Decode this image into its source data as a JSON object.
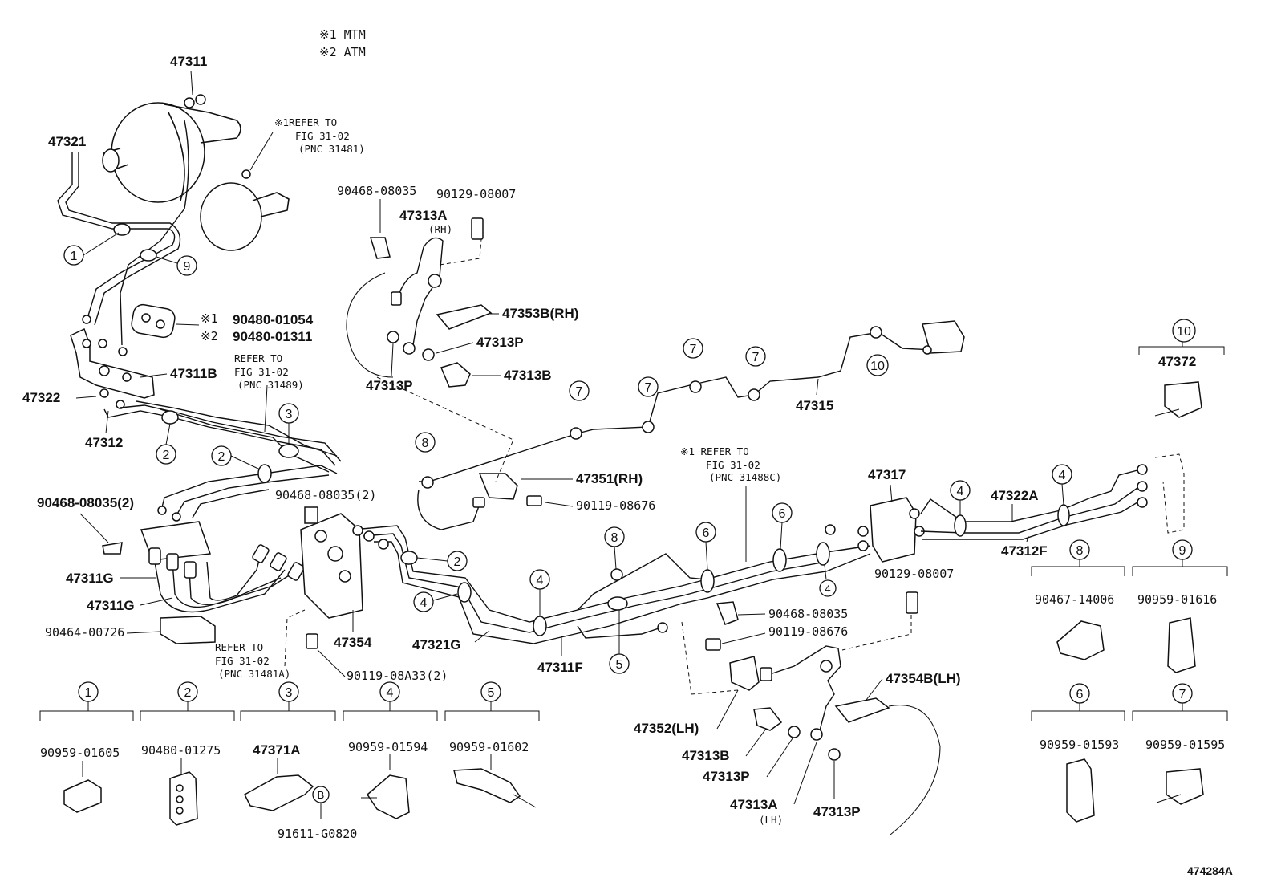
{
  "legend": {
    "note1": "※1 MTM",
    "note2": "※2 ATM"
  },
  "labels": {
    "p47311": "47311",
    "p47321": "47321",
    "p47311B": "47311B",
    "p47322": "47322",
    "p47312": "47312",
    "p47313A_rh": "47313A",
    "rh": "(RH)",
    "p47353B": "47353B(RH)",
    "p47313P_a": "47313P",
    "p47313P_b": "47313P",
    "p47313B_a": "47313B",
    "p47315": "47315",
    "p47372": "47372",
    "p47351": "47351(RH)",
    "p90119_08676_a": "90119-08676",
    "p47317": "47317",
    "p47322A": "47322A",
    "p47312F": "47312F",
    "p47311G_a": "47311G",
    "p47311G_b": "47311G",
    "p90464": "90464-00726",
    "p47354": "47354",
    "p47321G": "47321G",
    "p47311F": "47311F",
    "p90119_08A33": "90119-08A33(2)",
    "p90468_08035_a": "90468-08035",
    "p90129_08007_a": "90129-08007",
    "p90468_08035_2a": "90468-08035(2)",
    "p90468_08035_2b": "90468-08035(2)",
    "p90480_01054": "90480-01054",
    "p90480_01311": "90480-01311",
    "star1": "※1",
    "star2": "※2",
    "p90468_08035_b": "90468-08035",
    "p90119_08676_b": "90119-08676",
    "p90129_08007_b": "90129-08007",
    "p47354B": "47354B(LH)",
    "p47352": "47352(LH)",
    "p47313B_b": "47313B",
    "p47313P_c": "47313P",
    "p47313A_lh": "47313A",
    "lh": "(LH)",
    "p47313P_d": "47313P",
    "diagram_id": "474284A"
  },
  "refs": {
    "ref1_a": "※1REFER TO",
    "ref1_b": "FIG 31-02",
    "ref1_c": "(PNC 31481)",
    "ref2_a": "REFER TO",
    "ref2_b": "FIG 31-02",
    "ref2_c": "(PNC 31489)",
    "ref3_a": "※1 REFER TO",
    "ref3_b": "FIG 31-02",
    "ref3_c": "(PNC 31488C)",
    "ref4_a": "REFER TO",
    "ref4_b": "FIG 31-02",
    "ref4_c": "(PNC 31481A)"
  },
  "callouts": {
    "c1": "1",
    "c2": "2",
    "c3": "3",
    "c4": "4",
    "c5": "5",
    "c6": "6",
    "c7": "7",
    "c8": "8",
    "c9": "9",
    "c10": "10",
    "cB": "B"
  },
  "clamp_table": {
    "g1": {
      "num": "1",
      "part": "90959-01605"
    },
    "g2": {
      "num": "2",
      "part": "90480-01275"
    },
    "g3": {
      "num": "3",
      "part": "47371A",
      "sub": "91611-G0820",
      "subnum": "B"
    },
    "g4": {
      "num": "4",
      "part": "90959-01594"
    },
    "g5": {
      "num": "5",
      "part": "90959-01602"
    },
    "g6": {
      "num": "6",
      "part": "90959-01593"
    },
    "g7": {
      "num": "7",
      "part": "90959-01595"
    },
    "g8": {
      "num": "8",
      "part": "90467-14006"
    },
    "g9": {
      "num": "9",
      "part": "90959-01616"
    },
    "g10": {
      "num": "10",
      "part": "47372"
    }
  }
}
